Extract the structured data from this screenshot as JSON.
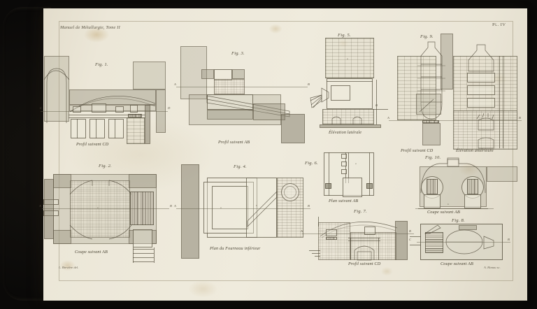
{
  "document": {
    "book_title": "Manuel de Métallurgie, Tome II",
    "plate_number": "Pl. IV",
    "engraver_credit_left": "L. Brevière del.",
    "engraver_credit_right": "A. Hanau sc."
  },
  "palette": {
    "paper": "#ece7d8",
    "ink": "#4a4434",
    "wash": "#969180",
    "surround": "#0b0a08"
  },
  "figures": [
    {
      "id": "fig1",
      "label": "Fig. 1.",
      "caption": "Profil suivant CD",
      "refs": [
        "C",
        "D",
        "a",
        "b",
        "c",
        "d",
        "e"
      ]
    },
    {
      "id": "fig2",
      "label": "Fig. 2.",
      "caption": "Coupe suivant AB",
      "refs": [
        "A",
        "B",
        "a",
        "b",
        "c",
        "d",
        "e"
      ]
    },
    {
      "id": "fig3",
      "label": "Fig. 3.",
      "caption": "Profil suivant AB",
      "refs": [
        "A",
        "B",
        "a",
        "b"
      ]
    },
    {
      "id": "fig4",
      "label": "Fig. 4.",
      "caption": "Plan du Fourneau inférieur",
      "refs": [
        "A",
        "B",
        "a",
        "b",
        "c"
      ]
    },
    {
      "id": "fig5",
      "label": "Fig. 5.",
      "caption": "Élévation latérale",
      "refs": [
        "A",
        "B",
        "a",
        "b",
        "c",
        "d"
      ]
    },
    {
      "id": "fig6",
      "label": "Fig. 6.",
      "caption": "Plan suivant AB",
      "refs": [
        "A",
        "B",
        "a",
        "b",
        "c"
      ]
    },
    {
      "id": "fig7",
      "label": "Fig. 7.",
      "caption": "Profil suivant CD",
      "refs": [
        "A",
        "B",
        "C",
        "D",
        "a",
        "b",
        "c",
        "d"
      ]
    },
    {
      "id": "fig8",
      "label": "Fig. 8.",
      "caption": "Coupe suivant AB",
      "refs": [
        "A",
        "B",
        "a",
        "b",
        "c",
        "d"
      ]
    },
    {
      "id": "fig9",
      "label": "Fig. 9.",
      "caption": "Profil suivant CD",
      "caption2": "Élévation antérieure",
      "refs": [
        "A",
        "B",
        "a",
        "b",
        "c",
        "d",
        "e",
        "f"
      ]
    },
    {
      "id": "fig10",
      "label": "Fig. 10.",
      "caption": "Coupe suivant AB",
      "refs": [
        "A",
        "B",
        "a",
        "b",
        "c",
        "d"
      ]
    }
  ]
}
